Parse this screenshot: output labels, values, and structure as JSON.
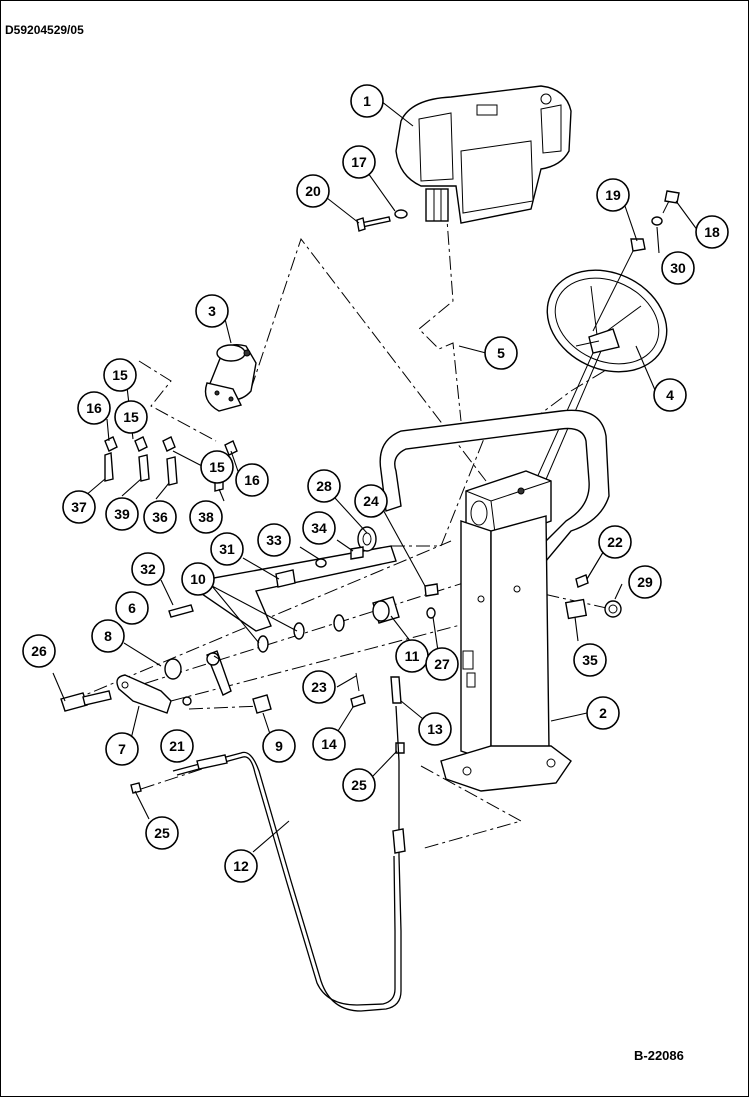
{
  "document_code": "D59204529/05",
  "figure_code": "B-22086",
  "callouts": [
    "1",
    "2",
    "3",
    "4",
    "5",
    "6",
    "7",
    "8",
    "9",
    "10",
    "11",
    "12",
    "13",
    "14",
    "15",
    "15",
    "15",
    "16",
    "16",
    "17",
    "18",
    "19",
    "20",
    "21",
    "22",
    "23",
    "24",
    "25",
    "25",
    "26",
    "27",
    "28",
    "29",
    "30",
    "31",
    "32",
    "33",
    "34",
    "35",
    "36",
    "37",
    "38",
    "39"
  ]
}
